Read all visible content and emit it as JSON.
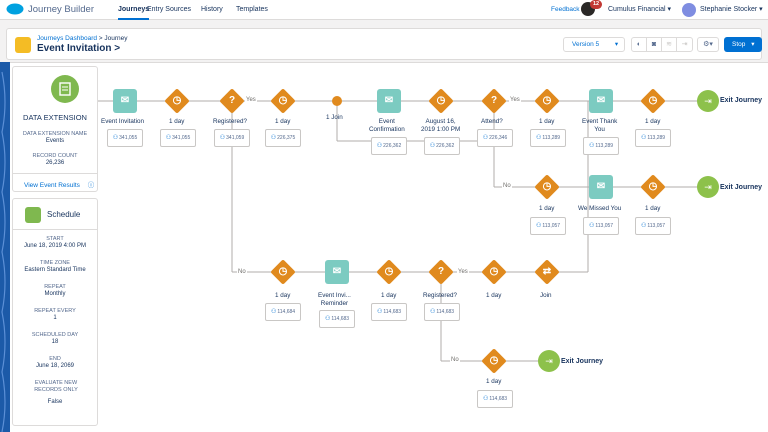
{
  "app": {
    "title": "Journey Builder"
  },
  "nav": {
    "journeys": "Journeys",
    "entry_sources": "Entry Sources",
    "history": "History",
    "templates": "Templates"
  },
  "topbar": {
    "feedback": "Feedback",
    "notifications": "12",
    "org": "Cumulus Financial",
    "org_chevron": "▾",
    "user": "Stephanie Stocker",
    "user_chevron": "▾"
  },
  "header": {
    "breadcrumb_link": "Journeys Dashboard",
    "breadcrumb_sep": ">",
    "breadcrumb_current": "Journey",
    "title": "Event Invitation",
    "title_chevron": ">",
    "version": "Version 5",
    "version_chevron": "▾",
    "stop": "Stop",
    "stop_chevron": "▾",
    "gear_chevron": "▾"
  },
  "data_extension": {
    "title": "DATA EXTENSION",
    "name_label": "DATA EXTENSION NAME",
    "name_value": "Events",
    "count_label": "RECORD COUNT",
    "count_value": "26,236",
    "link": "View Event Results",
    "info_icon": "ⓘ"
  },
  "schedule": {
    "title": "Schedule",
    "fields": [
      {
        "label": "START",
        "value": "June 18, 2019 4:00 PM"
      },
      {
        "label": "TIME ZONE",
        "value": "Eastern Standard Time"
      },
      {
        "label": "REPEAT",
        "value": "Monthly"
      },
      {
        "label": "REPEAT EVERY",
        "value": "1"
      },
      {
        "label": "SCHEDULED DAY",
        "value": "18"
      },
      {
        "label": "END",
        "value": "June 18, 2069"
      },
      {
        "label": "EVALUATE NEW RECORDS ONLY",
        "value": "False"
      }
    ]
  },
  "icons": {
    "email": "email-icon",
    "wait": "clock-icon",
    "decision": "question-icon",
    "join": "join-icon",
    "exit": "exit-icon",
    "count": "people-icon"
  },
  "glyphs": {
    "email": "✉",
    "wait": "◷",
    "decision": "?",
    "join": "⇄",
    "exit": "⇥",
    "count": "👥"
  },
  "flow": {
    "row1": {
      "email1": {
        "label": "Event Invitation",
        "count": "341,055"
      },
      "wait1": {
        "label": "1 day",
        "count": "341,055"
      },
      "dec1": {
        "label": "Registered?",
        "count": "341,059"
      },
      "yes1": "Yes",
      "wait2": {
        "label": "1 day",
        "count": "226,375"
      },
      "join1": {
        "label": "1 Join"
      },
      "email2": {
        "label1": "Event",
        "label2": "Confirmation",
        "count": "226,362"
      },
      "wait3": {
        "label1": "August 16,",
        "label2": "2019 1:00 PM",
        "count": "226,362"
      },
      "dec2": {
        "label": "Attend?",
        "count": "226,346"
      },
      "yes2": "Yes",
      "wait4": {
        "label": "1 day",
        "count": "113,289"
      },
      "email3": {
        "label1": "Event Thank",
        "label2": "You",
        "count": "113,289"
      },
      "wait5": {
        "label": "1 day",
        "count": "113,289"
      },
      "exit1": "Exit Journey"
    },
    "row2": {
      "no2": "No",
      "wait6": {
        "label": "1 day",
        "count": "113,057"
      },
      "email4": {
        "label": "We Missed You",
        "count": "113,057"
      },
      "wait7": {
        "label": "1 day",
        "count": "113,057"
      },
      "exit2": "Exit Journey"
    },
    "row3": {
      "no1": "No",
      "wait8": {
        "label": "1 day",
        "count": "114,684"
      },
      "email5": {
        "label1": "Event Invi...",
        "label2": "Reminder",
        "count": "114,683"
      },
      "wait9": {
        "label": "1 day",
        "count": "114,683"
      },
      "dec3": {
        "label": "Registered?",
        "count": "114,683"
      },
      "yes3": "Yes",
      "wait10": {
        "label": "1 day"
      },
      "join2": {
        "label": "Join"
      }
    },
    "row4": {
      "no3": "No",
      "wait11": {
        "label": "1 day",
        "count": "114,683"
      },
      "exit3": "Exit Journey"
    }
  }
}
